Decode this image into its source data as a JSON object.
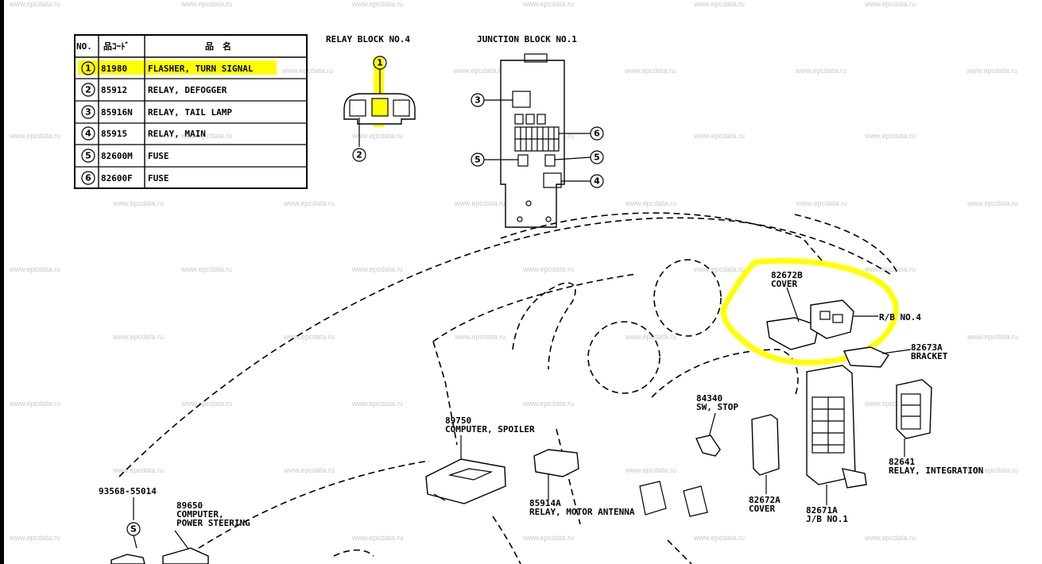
{
  "watermark": "www.epcdata.ru",
  "highlight_color": "#ffff00",
  "table": {
    "headers": [
      "NO.",
      "品ｺｰﾄﾞ",
      "品　名"
    ],
    "rows": [
      {
        "no": "1",
        "code": "81980",
        "name": "FLASHER, TURN SIGNAL"
      },
      {
        "no": "2",
        "code": "85912",
        "name": "RELAY, DEFOGGER"
      },
      {
        "no": "3",
        "code": "85916N",
        "name": "RELAY, TAIL LAMP"
      },
      {
        "no": "4",
        "code": "85915",
        "name": "RELAY, MAIN"
      },
      {
        "no": "5",
        "code": "82600M",
        "name": "FUSE"
      },
      {
        "no": "6",
        "code": "82600F",
        "name": "FUSE"
      }
    ]
  },
  "relay_block": {
    "title": "RELAY BLOCK NO.4",
    "callouts": [
      "1",
      "2"
    ]
  },
  "junction_block": {
    "title": "JUNCTION BLOCK NO.1",
    "callouts": [
      "3",
      "6",
      "5",
      "5",
      "4"
    ]
  },
  "parts": [
    {
      "code": "82672B",
      "name": "COVER"
    },
    {
      "code": "",
      "name": "R/B NO.4"
    },
    {
      "code": "82673A",
      "name": "BRACKET"
    },
    {
      "code": "84340",
      "name": "SW, STOP"
    },
    {
      "code": "89750",
      "name": "COMPUTER, SPOILER"
    },
    {
      "code": "82641",
      "name": "RELAY, INTEGRATION"
    },
    {
      "code": "82672A",
      "name": "COVER"
    },
    {
      "code": "82671A",
      "name": "J/B NO.1"
    },
    {
      "code": "85914A",
      "name": "RELAY, MOTOR ANTENNA"
    },
    {
      "code": "93568-55014",
      "name": ""
    },
    {
      "code": "89650",
      "name": "COMPUTER,"
    },
    {
      "code": "",
      "name": "POWER STEERING"
    }
  ],
  "screw_symbol": "S"
}
